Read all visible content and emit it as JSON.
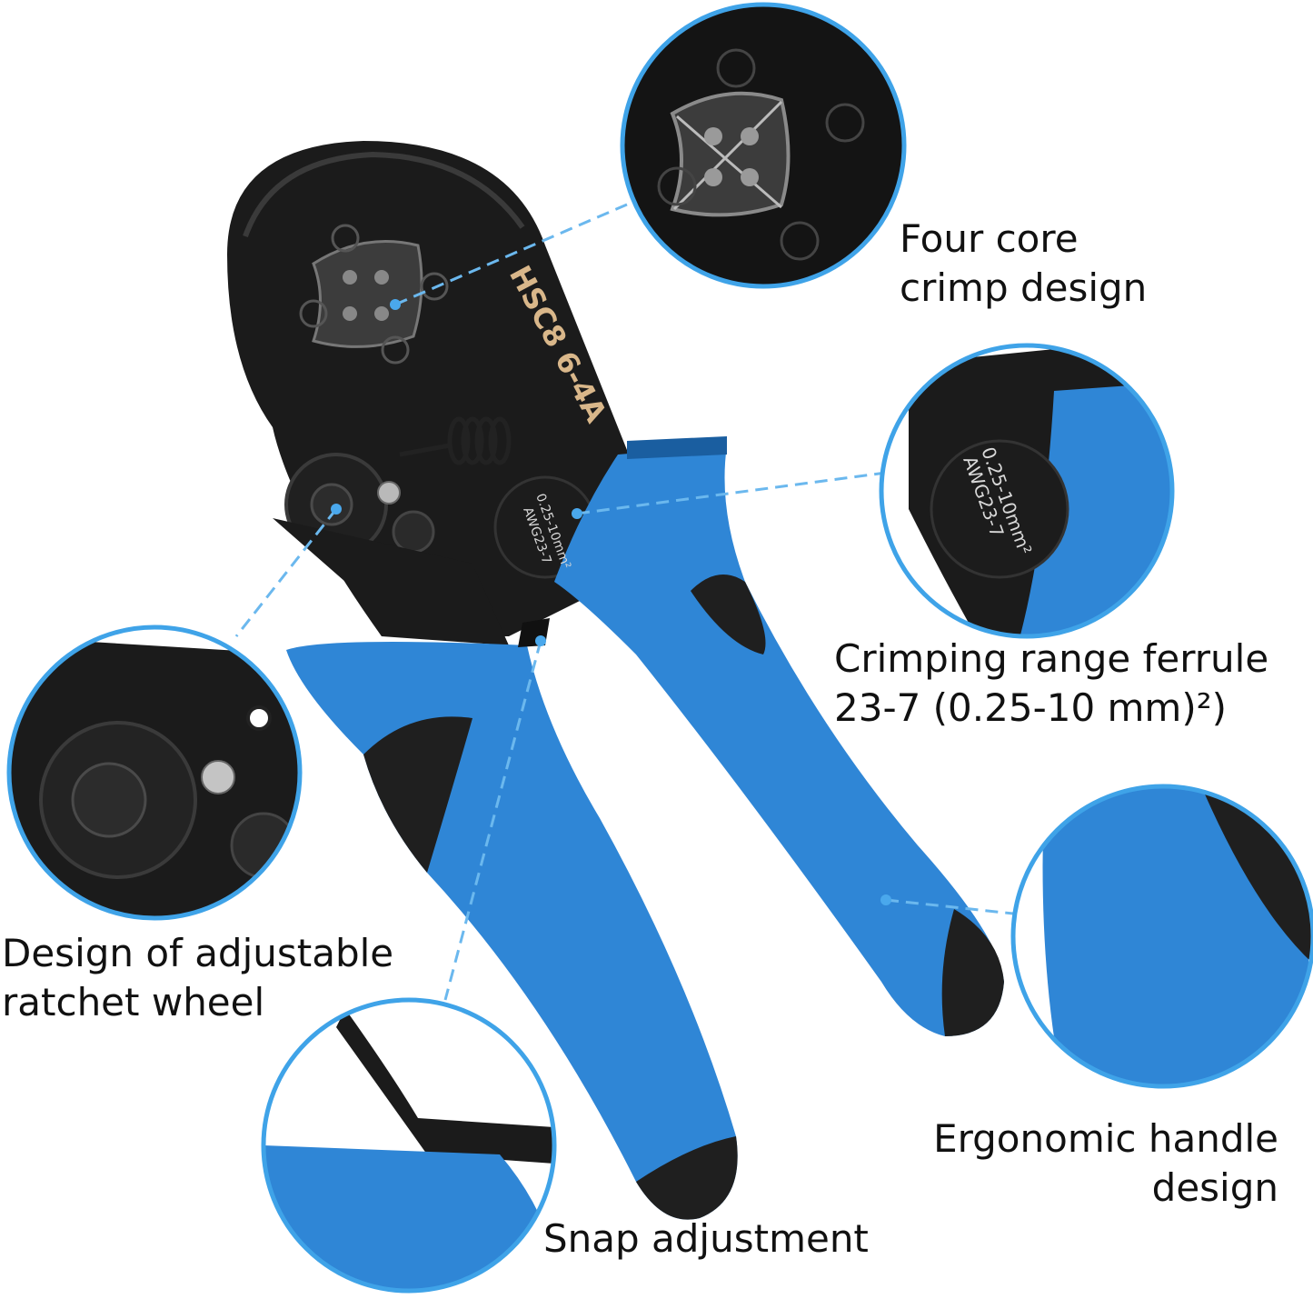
{
  "tool_markings": {
    "model": "HSC8 6-4A",
    "range_mm": "0.25-10mm²",
    "range_awg": "AWG23-7"
  },
  "callouts": {
    "four_core": [
      "Four core",
      "crimp design"
    ],
    "crimping_range": [
      "Crimping range ferrule",
      "23-7 (0.25-10 mm)²)"
    ],
    "ratchet": [
      "Design of adjustable",
      "ratchet wheel"
    ],
    "ergonomic": [
      "Ergonomic handle",
      "design"
    ],
    "snap": [
      "Snap adjustment"
    ]
  },
  "colors": {
    "handle_blue": "#2f86d6",
    "tool_black": "#1b1b1b",
    "circle_border": "#3fa3e8",
    "leader_line": "#6bb8ee"
  }
}
